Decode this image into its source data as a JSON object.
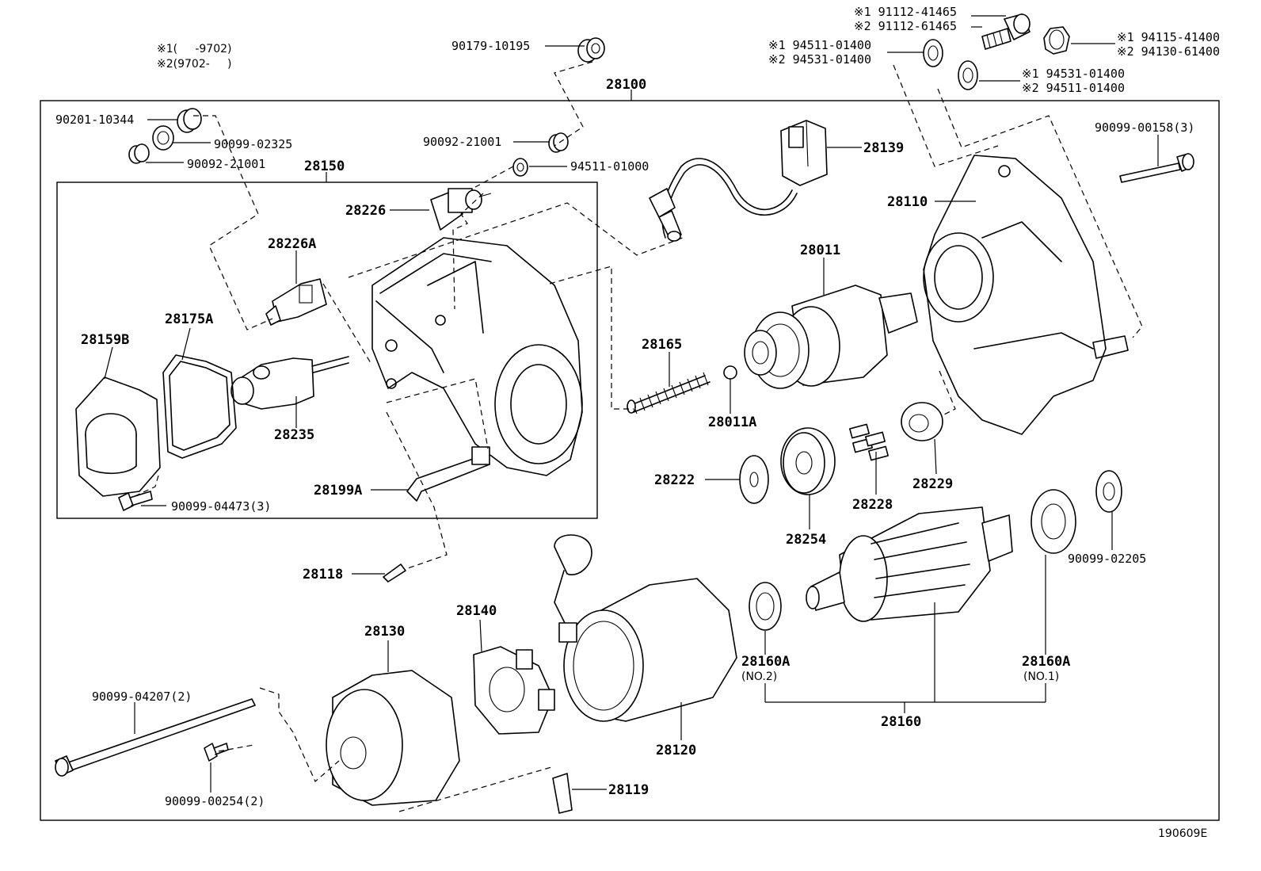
{
  "diagram": {
    "legend": {
      "line1": "※1(     -9702)",
      "line2": "※2(9702-     )"
    },
    "assembly_box_label": "28100",
    "subassembly_box_label": "28150",
    "figure_id": "190609E",
    "parts": {
      "p90179_10195": "90179-10195",
      "p90201_10344": "90201-10344",
      "p90099_02325": "90099-02325",
      "p90092_21001_a": "90092-21001",
      "p90092_21001_b": "90092-21001",
      "p94511_01000": "94511-01000",
      "p28139": "28139",
      "p28226": "28226",
      "p28226A": "28226A",
      "p28110": "28110",
      "p90099_00158": "90099-00158(3)",
      "p28011": "28011",
      "p28165": "28165",
      "p28011A": "28011A",
      "p28159B": "28159B",
      "p28175A": "28175A",
      "p28235": "28235",
      "p28199A": "28199A",
      "p90099_04473": "90099-04473(3)",
      "p28222": "28222",
      "p28254": "28254",
      "p28228": "28228",
      "p28229": "28229",
      "p90099_02205": "90099-02205",
      "p28118": "28118",
      "p28140": "28140",
      "p28130": "28130",
      "p28120": "28120",
      "p28160A_2": "28160A",
      "p28160A_2_note": "(NO.2)",
      "p28160A_1": "28160A",
      "p28160A_1_note": "(NO.1)",
      "p28160": "28160",
      "p90099_04207": "90099-04207(2)",
      "p90099_00254": "90099-00254(2)",
      "p28119": "28119"
    },
    "alt_parts": {
      "bolt_1": "※1 91112-41465",
      "bolt_2": "※2 91112-61465",
      "washer_a_1": "※1 94511-01400",
      "washer_a_2": "※2 94531-01400",
      "nut_1": "※1 94115-41400",
      "nut_2": "※2 94130-61400",
      "washer_b_1": "※1 94531-01400",
      "washer_b_2": "※2 94511-01400"
    }
  }
}
